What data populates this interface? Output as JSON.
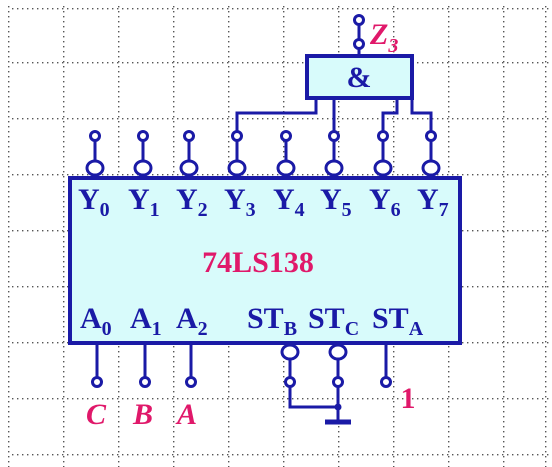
{
  "colors": {
    "wire": "#1a1aa6",
    "chip_fill": "#d8fbfb",
    "gate_fill": "#d8fbfb",
    "label": "#1a1aa6",
    "accent": "#e0186a",
    "grid_dot": "#555555"
  },
  "chip": {
    "name": "74LS138",
    "outputs": [
      {
        "base": "Y",
        "sub": "0"
      },
      {
        "base": "Y",
        "sub": "1"
      },
      {
        "base": "Y",
        "sub": "2"
      },
      {
        "base": "Y",
        "sub": "3"
      },
      {
        "base": "Y",
        "sub": "4"
      },
      {
        "base": "Y",
        "sub": "5"
      },
      {
        "base": "Y",
        "sub": "6"
      },
      {
        "base": "Y",
        "sub": "7"
      }
    ],
    "inputs": [
      {
        "base": "A",
        "sub": "0"
      },
      {
        "base": "A",
        "sub": "1"
      },
      {
        "base": "A",
        "sub": "2"
      },
      {
        "base": "ST",
        "sub": "B"
      },
      {
        "base": "ST",
        "sub": "C"
      },
      {
        "base": "ST",
        "sub": "A"
      }
    ]
  },
  "gate": {
    "symbol": "&",
    "output_label": {
      "base": "Z",
      "sub": "3"
    }
  },
  "input_signals": [
    "C",
    "B",
    "A"
  ],
  "st_a_value": "1"
}
